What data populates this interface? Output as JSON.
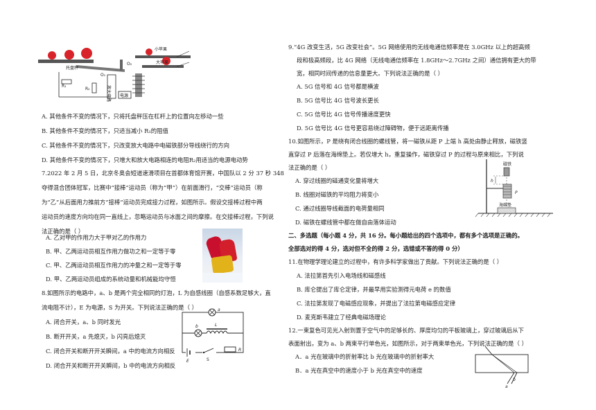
{
  "left": {
    "fig6": {
      "label_small_apple": "小苹果",
      "label_big_apple": "大苹果",
      "label_tray": "托盘秤",
      "label_o1": "O₁",
      "label_o2": "O₂",
      "label_r1": "R₁",
      "label_r2": "R₂",
      "label_amp": "放大电路",
      "label_power": "电源"
    },
    "q6_options": [
      "A. 其他条件不变的情况下，只将托盘秤压在杠杆上的位置向左移动一些",
      "B. 其他条件不变的情况下，只适当减小 R₁的阻值",
      "C. 其他条件不变的情况下，只改变放大电路中电磁铁部分导线绕行的方向",
      "D. 其他条件不变的情况下，只增大和放大电路相连的电阻R₂用适当的电源电动势"
    ],
    "q7_stem": [
      "7.2022 年 2 月 5 日，北京冬奥会短道速滑项目在首都体育馆开赛，中国队以 2 分 37 秒 348",
      "夺得混合团体冠军，比赛中“接棒”运动员（称为“甲”）在前面滑行，“交棒”运动员（称",
      "为“乙”从后面用力推前方“接棒”运动员完成接力过程，如图所示。假设交接棒过程中两",
      "运动员的速度方向均在同一直线上，忽略运动员与冰面之间的摩擦。在交接棒过程，下列说",
      "法正确的是（      ）"
    ],
    "q7_options": [
      "A. 乙对甲的作用力大于甲对乙的作用力",
      "B. 甲、乙两运动员相互作用力做功之和一定等于零",
      "C. 甲、乙两运动员相互作用力的冲量之和一定等于零",
      "D. 甲、乙两运动员组成的系统动量和机械能均守恒"
    ],
    "q8_stem": [
      "8.如图所示的电路中，a、b 是两个完全相同的灯泡，L 为自感线圈（自感系数足够大，直",
      "流电阻不计），E 为电源，S 为开关。下列说法正确的是（      ）"
    ],
    "q8_options": [
      "A. 闭合开关，a、b 同时发光",
      "B. 断开开关，a 先熄灭，b 闪亮后熄灭",
      "C. 闭合开关和断开开关瞬间，a 中的电流方向相反",
      "D. 闭合开关和断开开关瞬间，b 中的电流方向相反"
    ],
    "fig8": {
      "a": "a",
      "b": "b",
      "L": "L",
      "R": "R",
      "E": "E",
      "S": "S"
    }
  },
  "right": {
    "q9_stem": [
      "9.“4G 改变生活，5G 改变社会”。5G 网络使用的无线电通信频率是在 3.0GHz 以上的超高频",
      "段和极高频段，比 4G 网络（无线电通信频率在 1.8GHz～2.7GHz 之间）通信拥有更大的带",
      "宽，相同时间传递的信息量更大。下列说法正确的是（      ）"
    ],
    "q9_options": [
      "A. 5G 信号和 4G 信号都是横波",
      "B. 5G 信号比 4G 信号波长更长",
      "C. 5G 信号比 4G 信号传播速度更快",
      "D. 5G 信号比 4G 信号更容易绕过障碍物，便于远距离传播"
    ],
    "q10_stem": [
      "10.如图所示，P 是绕有闭合线圈的螺线管，将一磁铁从距 P 上端 h 高处由静止释放，磁铁竖",
      "直穿过 P 后落在海绵垫上。若仅增大 h，重复操作，磁铁穿过 P 的过程与原来相比，下列说",
      "法正确的是（      ）"
    ],
    "q10_options": [
      "A. 穿过线圈的磁通变化量将增大",
      "B. 线圈对磁铁的平均阻力将变小",
      "C. 通过线圈导线截面的电荷量相同",
      "D. 磁铁在螺线管中都在做自由落体运动"
    ],
    "fig10": {
      "magnet": "磁铁",
      "h": "h",
      "P": "P",
      "sponge": "海绵垫"
    },
    "section2": [
      "二、多选题（每小题 4 分，共 16 分。每小题给出的四个选项中，都有多个选项是正确的。",
      "全部选对的得 4 分，选对但不全的得 2 分，选错或不答的得 0 分）"
    ],
    "q11_stem": "11.在物理学理论建立的过程中，有许多科学家做出了贡献。下列说法正确的是（      ）",
    "q11_options": [
      "A. 法拉第首先引入电场线和磁感线",
      "B. 库仑提出了库仑定律，并最早用实验测得元电荷 e 的数值",
      "C. 法拉第发现了电磁感应现象，并提出了法拉第电磁感应定律",
      "D. 麦克斯韦建立了经典电磁场理论"
    ],
    "q12_stem": [
      "12.一束复色可见光入射到置于空气中的足够长的、厚度均匀的平板玻璃上，穿过玻璃后从下",
      "表面射出，变为 a、b 两束平行单色光，如图所示，对于两束单色光，下列说法正确的是（      ）"
    ],
    "q12_options": [
      "A．a 光在玻璃中的折射率比 b 光在玻璃中的折射率大",
      "B．a 光在真空中的速度小于 b 光在真空中的速度"
    ],
    "fig12": {
      "a": "a",
      "b": "b"
    }
  }
}
